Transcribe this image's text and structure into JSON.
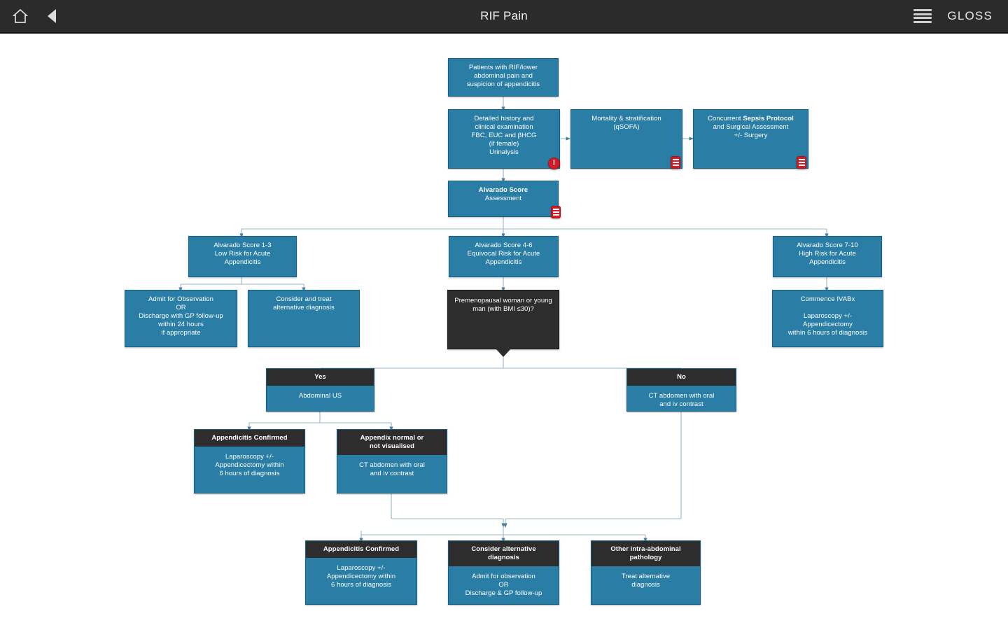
{
  "topbar": {
    "home_icon": "home-icon",
    "back_icon": "back-arrow-icon",
    "title": "RIF Pain",
    "menu_icon": "hamburger-menu-icon",
    "gloss_label": "GLOSS"
  },
  "colors": {
    "node_blue": "#2a7ea5",
    "node_dark": "#2d2d2d",
    "badge_red": "#d41b24",
    "topbar": "#2b2b2b",
    "wire": "#8fa9bb"
  },
  "nodes": {
    "start": {
      "lines": [
        "Patients with RIF/lower",
        "abdominal pain and",
        "suspicion of appendicitis"
      ]
    },
    "history": {
      "lines": [
        "Detailed history and",
        "clinical examination",
        "FBC, EUC and βHCG",
        "(if female)",
        "Urinalysis"
      ],
      "badge": "!"
    },
    "mortality": {
      "lines": [
        "Mortality & stratification",
        "(qSOFA)"
      ]
    },
    "sepsis": {
      "line1_pre": "Concurrent ",
      "line1_strong": "Sepsis Protocol",
      "lines_rest": [
        "and Surgical Assessment",
        "+/- Surgery"
      ]
    },
    "alvarado": {
      "title": "Alvarado Score",
      "subtitle": "Assessment"
    },
    "score_low": {
      "lines": [
        "Alvarado Score 1-3",
        "Low Risk for Acute",
        "Appendicitis"
      ]
    },
    "score_mid": {
      "lines": [
        "Alvarado Score 4-6",
        "Equivocal Risk for Acute",
        "Appendicitis"
      ]
    },
    "score_high": {
      "lines": [
        "Alvarado Score 7-10",
        "High Risk for Acute",
        "Appendicitis"
      ]
    },
    "admit_observation": {
      "lines": [
        "Admit for Observation",
        "OR",
        "Discharge with GP follow-up",
        "within 24 hours",
        "if appropriate"
      ]
    },
    "consider_alt": {
      "lines": [
        "Consider and treat",
        "alternative diagnosis"
      ]
    },
    "commence_ivabx": {
      "lines": [
        "Commence IVABx",
        "",
        "Laparoscopy +/-",
        "Appendicectomy",
        "within 6 hours of diagnosis"
      ]
    },
    "decision": {
      "lines": [
        "Premenopausal woman",
        "or young man",
        "(with BMI ≤30)?"
      ]
    },
    "yes_us": {
      "header": "Yes",
      "body": [
        "Abdominal US"
      ]
    },
    "no_ct": {
      "header": "No",
      "body": [
        "CT abdomen with oral",
        "and iv contrast"
      ]
    },
    "appendicitis_confirmed_mid": {
      "header": "Appendicitis Confirmed",
      "body": [
        "Laparoscopy +/-",
        "Appendicectomy within",
        "6 hours of diagnosis"
      ]
    },
    "appendix_normal": {
      "header": "Appendix normal or",
      "header2": "not visualised",
      "body": [
        "CT abdomen with oral",
        "and iv contrast"
      ]
    },
    "appendicitis_confirmed_bottom": {
      "header": "Appendicitis Confirmed",
      "body": [
        "Laparoscopy +/-",
        "Appendicectomy within",
        "6 hours of diagnosis"
      ]
    },
    "consider_alternative_bottom": {
      "header": "Consider alternative",
      "header2": "diagnosis",
      "body": [
        "Admit for observation",
        "OR",
        "Discharge & GP follow-up"
      ]
    },
    "other_pathology": {
      "header": "Other intra-abdominal",
      "header2": "pathology",
      "body": [
        "Treat alternative",
        "diagnosis"
      ]
    }
  },
  "badges": {
    "info_label": "!",
    "doc_label": "document-badge"
  }
}
